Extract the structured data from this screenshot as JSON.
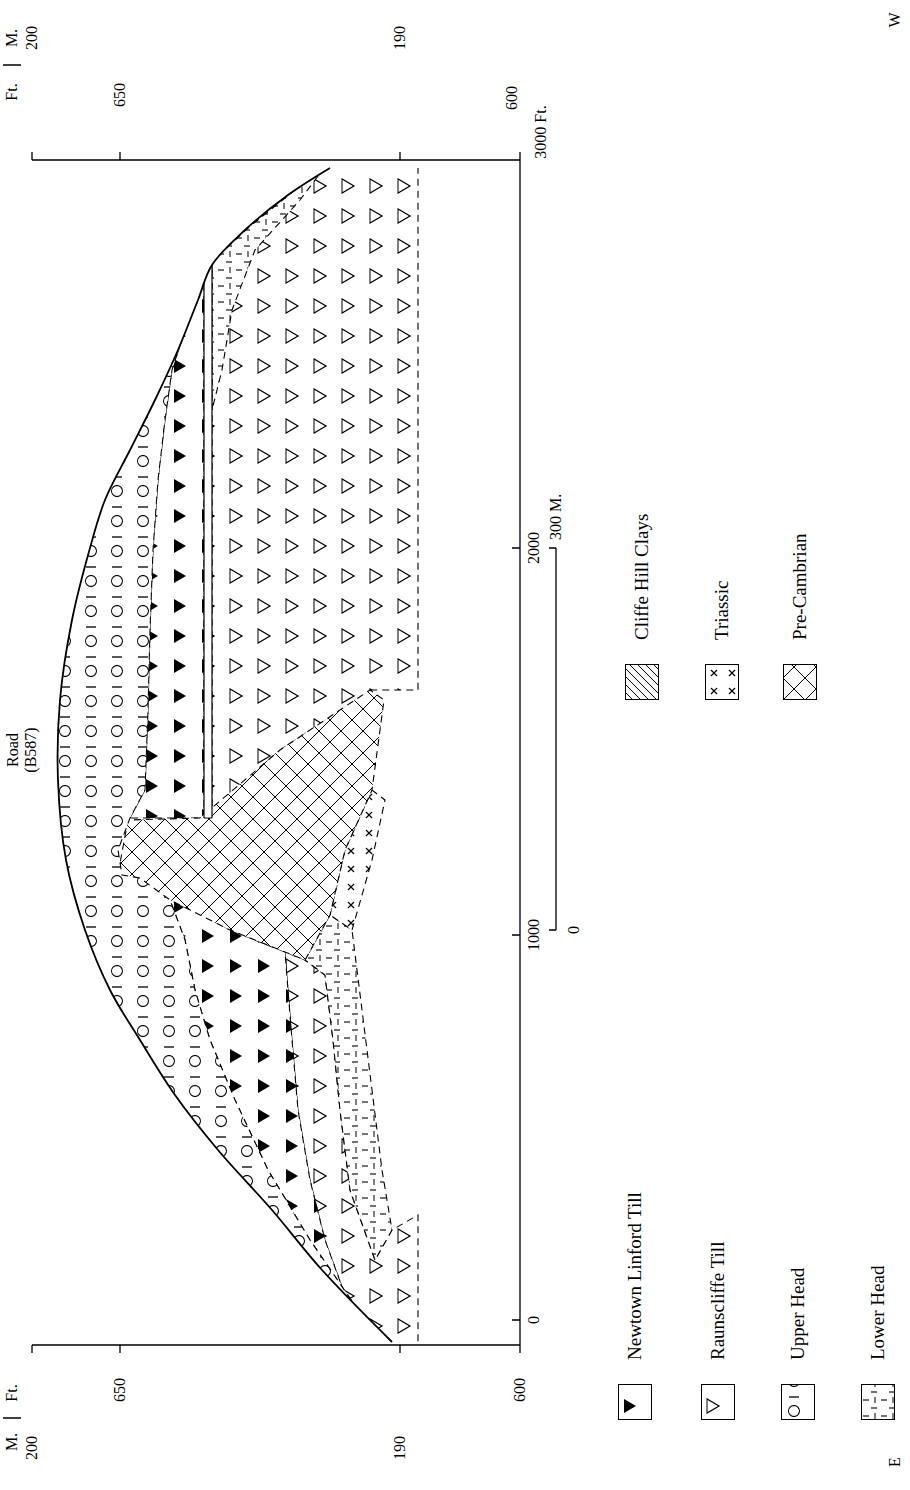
{
  "diagram": {
    "labels": [
      "M.",
      "Ft.",
      "200",
      "650",
      "190",
      "600",
      "E",
      "Ft.",
      "M.",
      "200",
      "650",
      "190",
      "600",
      "W",
      "0",
      "1000",
      "2000",
      "3000 Ft.",
      "0",
      "300 M.",
      "Road (B587)"
    ],
    "legend": [
      {
        "text": "Newtown Linford Till"
      },
      {
        "text": "Raunscliffe Till"
      },
      {
        "text": "Upper Head"
      },
      {
        "text": "Lower Head"
      },
      {
        "text": "Cliffe Hill Clays"
      },
      {
        "text": "Triassic"
      },
      {
        "text": "Pre-Cambrian"
      }
    ]
  }
}
